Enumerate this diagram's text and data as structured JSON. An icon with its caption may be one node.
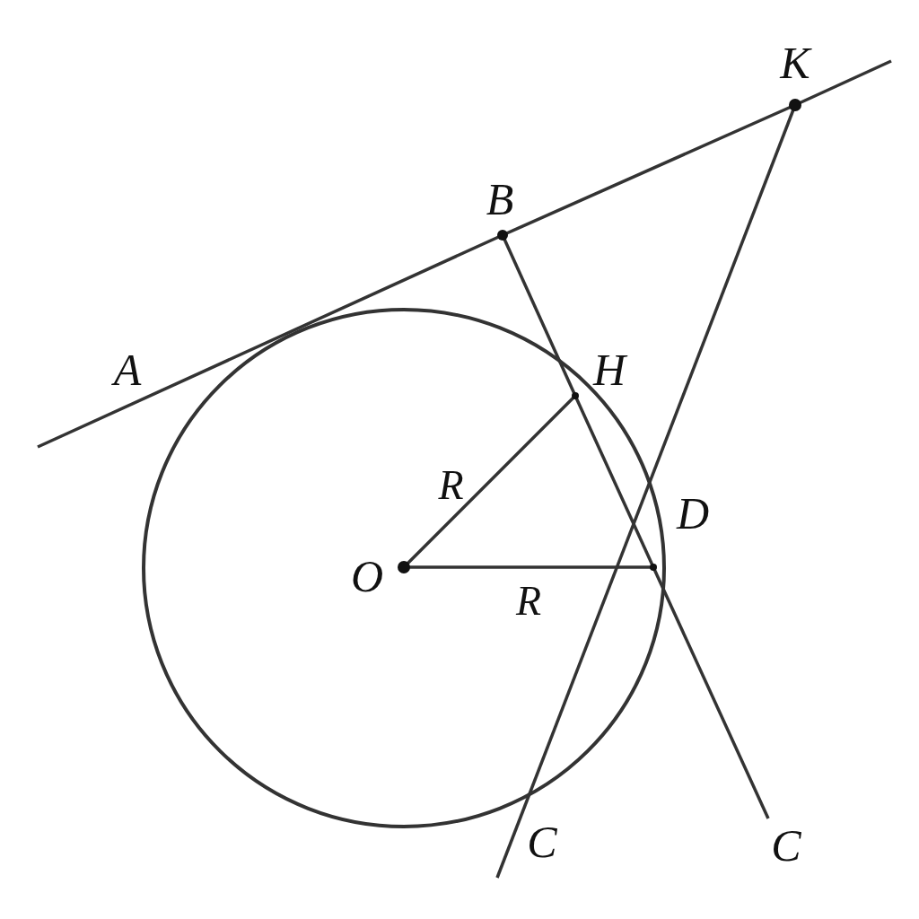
{
  "diagram": {
    "nodes": [
      {
        "text": [
          "B"
        ]
      },
      {
        "text": [
          "K"
        ]
      },
      {
        "text": [
          "H"
        ]
      },
      {
        "text": [
          "D"
        ]
      },
      {
        "text": [
          "O"
        ]
      },
      {
        "text": [
          "C"
        ]
      },
      {
        "text": [
          "C"
        ]
      }
    ],
    "edges": [
      {
        "from": null,
        "to": 0,
        "arrow": "none"
      },
      {
        "from": 0,
        "to": 1,
        "arrow": "none"
      },
      {
        "from": 1,
        "to": null,
        "arrow": "none"
      },
      {
        "from": 0,
        "to": 2,
        "arrow": "none"
      },
      {
        "from": 2,
        "to": 3,
        "arrow": "none"
      },
      {
        "from": 3,
        "to": 6,
        "arrow": "none"
      },
      {
        "from": 1,
        "to": 5,
        "arrow": "none"
      },
      {
        "from": 4,
        "to": 2,
        "arrow": "none",
        "label": "R"
      },
      {
        "from": 4,
        "to": 3,
        "arrow": "none",
        "label": "R"
      }
    ],
    "labels": [
      "A"
    ]
  }
}
